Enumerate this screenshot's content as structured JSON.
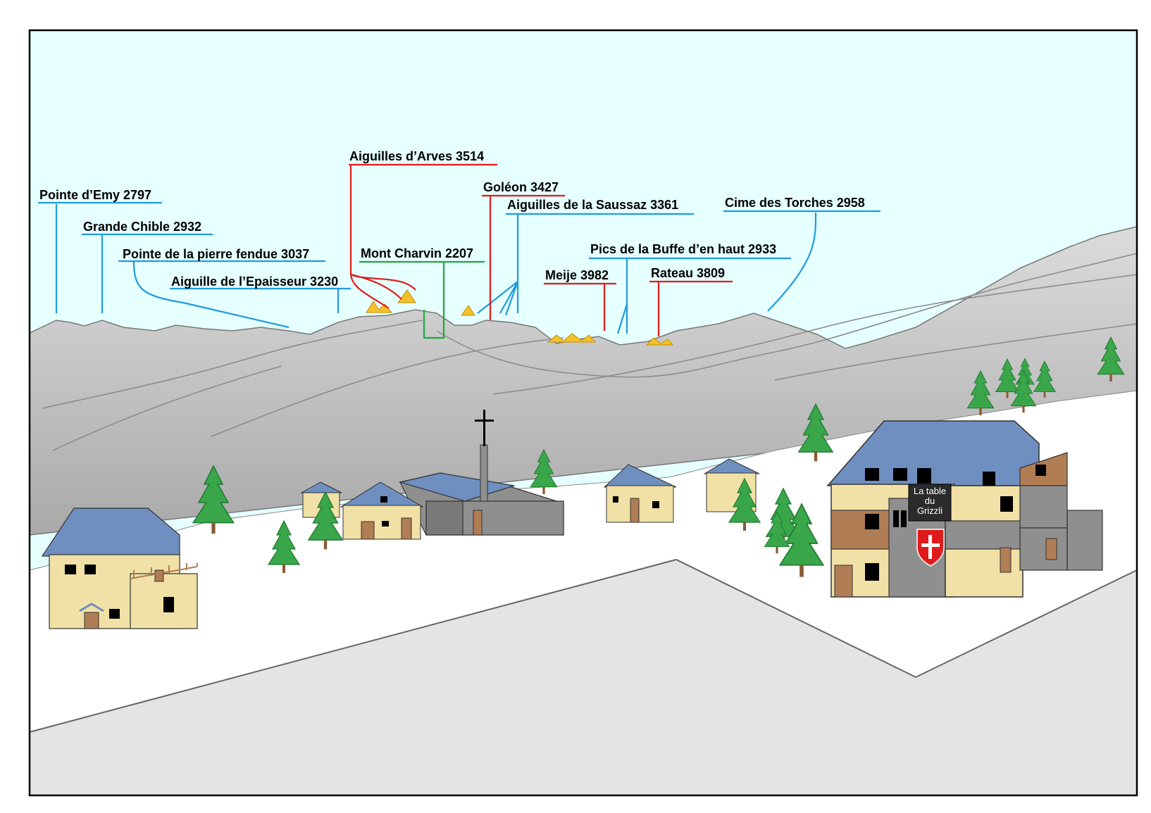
{
  "colors": {
    "sky": "#e6ffff",
    "blue_label": "#1f9be0",
    "red_label": "#e01b1b",
    "green_label": "#1fa83a",
    "mountain": "#c9c9c9",
    "snow": "#ffffff",
    "road": "#e4e4e4",
    "roof": "#6f8fc0",
    "wall": "#f1e1a6",
    "wood": "#b07d55",
    "tree": "#3aa64a",
    "peak_highlight": "#f5c12a"
  },
  "peaks": [
    {
      "name": "Pointe d’Emy 2797",
      "color": "blue"
    },
    {
      "name": "Grande Chible 2932",
      "color": "blue"
    },
    {
      "name": "Pointe de la pierre fendue 3037",
      "color": "blue"
    },
    {
      "name": "Aiguille de l’Epaisseur 3230",
      "color": "blue"
    },
    {
      "name": "Aiguilles d’Arves 3514",
      "color": "red"
    },
    {
      "name": "Mont Charvin 2207",
      "color": "green"
    },
    {
      "name": "Goléon 3427",
      "color": "red"
    },
    {
      "name": "Aiguilles de la Saussaz 3361",
      "color": "blue"
    },
    {
      "name": "Cime des Torches 2958",
      "color": "blue"
    },
    {
      "name": "Pics de la Buffe d’en haut 2933",
      "color": "blue"
    },
    {
      "name": "Meije 3982",
      "color": "red"
    },
    {
      "name": "Rateau 3809",
      "color": "red"
    }
  ],
  "restaurant_sign": {
    "line1": "La table",
    "line2": "du",
    "line3": "Grizzli"
  },
  "icons": {
    "church": "cross-icon",
    "shield": "savoie-shield-icon"
  }
}
